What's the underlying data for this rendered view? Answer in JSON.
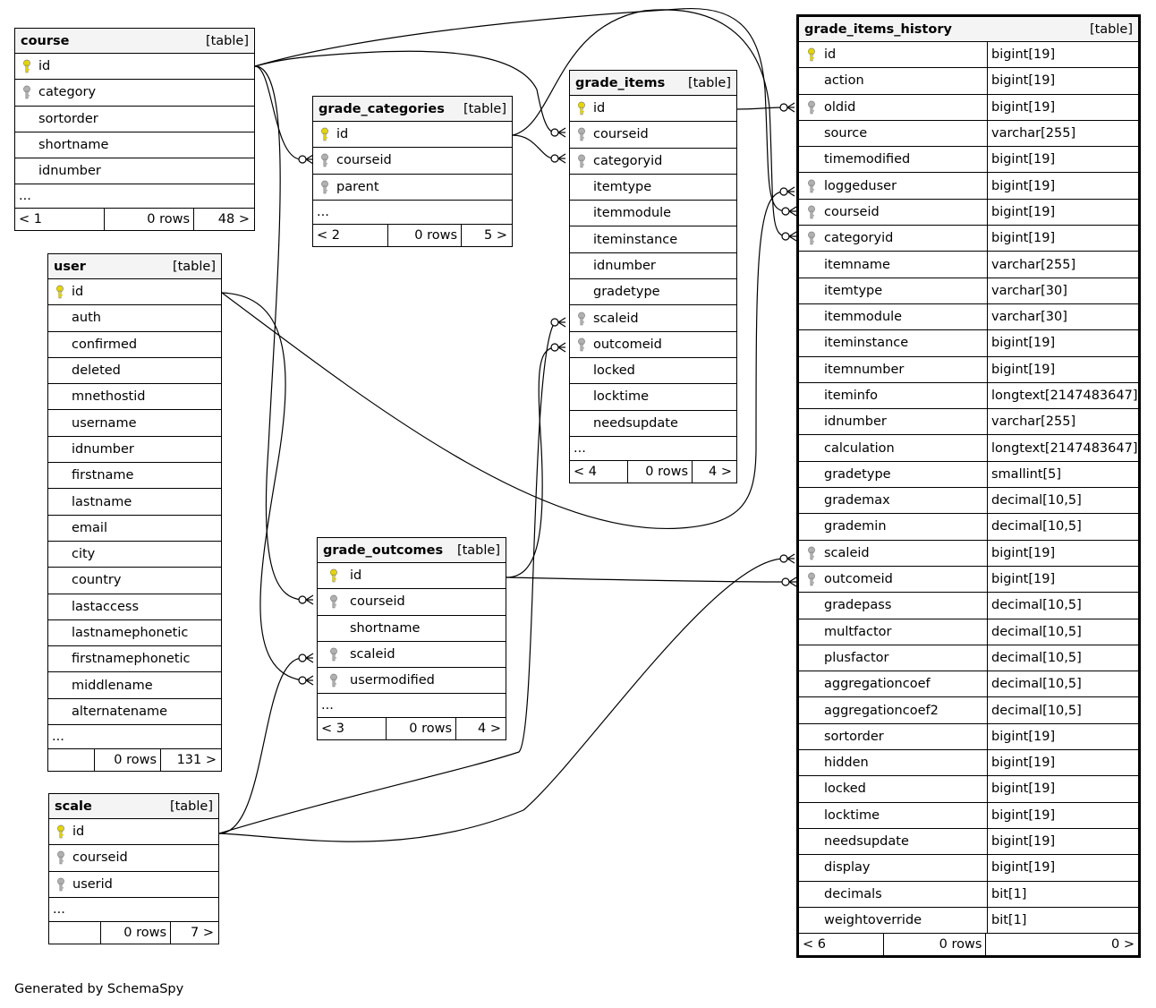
{
  "tables": {
    "course": {
      "name": "course",
      "tag": "[table]",
      "columns": [
        {
          "name": "id",
          "key": "primary"
        },
        {
          "name": "category",
          "key": "foreign"
        },
        {
          "name": "sortorder",
          "key": ""
        },
        {
          "name": "shortname",
          "key": ""
        },
        {
          "name": "idnumber",
          "key": ""
        }
      ],
      "more": "...",
      "footer": {
        "left": "< 1",
        "mid": "0 rows",
        "right": "48 >"
      }
    },
    "user": {
      "name": "user",
      "tag": "[table]",
      "columns": [
        {
          "name": "id",
          "key": "primary"
        },
        {
          "name": "auth",
          "key": ""
        },
        {
          "name": "confirmed",
          "key": ""
        },
        {
          "name": "deleted",
          "key": ""
        },
        {
          "name": "mnethostid",
          "key": ""
        },
        {
          "name": "username",
          "key": ""
        },
        {
          "name": "idnumber",
          "key": ""
        },
        {
          "name": "firstname",
          "key": ""
        },
        {
          "name": "lastname",
          "key": ""
        },
        {
          "name": "email",
          "key": ""
        },
        {
          "name": "city",
          "key": ""
        },
        {
          "name": "country",
          "key": ""
        },
        {
          "name": "lastaccess",
          "key": ""
        },
        {
          "name": "lastnamephonetic",
          "key": ""
        },
        {
          "name": "firstnamephonetic",
          "key": ""
        },
        {
          "name": "middlename",
          "key": ""
        },
        {
          "name": "alternatename",
          "key": ""
        }
      ],
      "more": "...",
      "footer": {
        "left": "",
        "mid": "0 rows",
        "right": "131 >"
      }
    },
    "scale": {
      "name": "scale",
      "tag": "[table]",
      "columns": [
        {
          "name": "id",
          "key": "primary"
        },
        {
          "name": "courseid",
          "key": "foreign"
        },
        {
          "name": "userid",
          "key": "foreign"
        }
      ],
      "more": "...",
      "footer": {
        "left": "",
        "mid": "0 rows",
        "right": "7 >"
      }
    },
    "grade_categories": {
      "name": "grade_categories",
      "tag": "[table]",
      "columns": [
        {
          "name": "id",
          "key": "primary"
        },
        {
          "name": "courseid",
          "key": "foreign"
        },
        {
          "name": "parent",
          "key": "foreign"
        }
      ],
      "more": "...",
      "footer": {
        "left": "< 2",
        "mid": "0 rows",
        "right": "5 >"
      }
    },
    "grade_outcomes": {
      "name": "grade_outcomes",
      "tag": "[table]",
      "columns": [
        {
          "name": "id",
          "key": "primary"
        },
        {
          "name": "courseid",
          "key": "foreign"
        },
        {
          "name": "shortname",
          "key": ""
        },
        {
          "name": "scaleid",
          "key": "foreign"
        },
        {
          "name": "usermodified",
          "key": "foreign"
        }
      ],
      "more": "...",
      "footer": {
        "left": "< 3",
        "mid": "0 rows",
        "right": "4 >"
      }
    },
    "grade_items": {
      "name": "grade_items",
      "tag": "[table]",
      "columns": [
        {
          "name": "id",
          "key": "primary"
        },
        {
          "name": "courseid",
          "key": "foreign"
        },
        {
          "name": "categoryid",
          "key": "foreign"
        },
        {
          "name": "itemtype",
          "key": ""
        },
        {
          "name": "itemmodule",
          "key": ""
        },
        {
          "name": "iteminstance",
          "key": ""
        },
        {
          "name": "idnumber",
          "key": ""
        },
        {
          "name": "gradetype",
          "key": ""
        },
        {
          "name": "scaleid",
          "key": "foreign"
        },
        {
          "name": "outcomeid",
          "key": "foreign"
        },
        {
          "name": "locked",
          "key": ""
        },
        {
          "name": "locktime",
          "key": ""
        },
        {
          "name": "needsupdate",
          "key": ""
        }
      ],
      "more": "...",
      "footer": {
        "left": "< 4",
        "mid": "0 rows",
        "right": "4 >"
      }
    },
    "grade_items_history": {
      "name": "grade_items_history",
      "tag": "[table]",
      "columns": [
        {
          "name": "id",
          "key": "primary",
          "type": "bigint[19]"
        },
        {
          "name": "action",
          "key": "",
          "type": "bigint[19]"
        },
        {
          "name": "oldid",
          "key": "foreign",
          "type": "bigint[19]"
        },
        {
          "name": "source",
          "key": "",
          "type": "varchar[255]"
        },
        {
          "name": "timemodified",
          "key": "",
          "type": "bigint[19]"
        },
        {
          "name": "loggeduser",
          "key": "foreign",
          "type": "bigint[19]"
        },
        {
          "name": "courseid",
          "key": "foreign",
          "type": "bigint[19]"
        },
        {
          "name": "categoryid",
          "key": "foreign",
          "type": "bigint[19]"
        },
        {
          "name": "itemname",
          "key": "",
          "type": "varchar[255]"
        },
        {
          "name": "itemtype",
          "key": "",
          "type": "varchar[30]"
        },
        {
          "name": "itemmodule",
          "key": "",
          "type": "varchar[30]"
        },
        {
          "name": "iteminstance",
          "key": "",
          "type": "bigint[19]"
        },
        {
          "name": "itemnumber",
          "key": "",
          "type": "bigint[19]"
        },
        {
          "name": "iteminfo",
          "key": "",
          "type": "longtext[2147483647]"
        },
        {
          "name": "idnumber",
          "key": "",
          "type": "varchar[255]"
        },
        {
          "name": "calculation",
          "key": "",
          "type": "longtext[2147483647]"
        },
        {
          "name": "gradetype",
          "key": "",
          "type": "smallint[5]"
        },
        {
          "name": "grademax",
          "key": "",
          "type": "decimal[10,5]"
        },
        {
          "name": "grademin",
          "key": "",
          "type": "decimal[10,5]"
        },
        {
          "name": "scaleid",
          "key": "foreign",
          "type": "bigint[19]"
        },
        {
          "name": "outcomeid",
          "key": "foreign",
          "type": "bigint[19]"
        },
        {
          "name": "gradepass",
          "key": "",
          "type": "decimal[10,5]"
        },
        {
          "name": "multfactor",
          "key": "",
          "type": "decimal[10,5]"
        },
        {
          "name": "plusfactor",
          "key": "",
          "type": "decimal[10,5]"
        },
        {
          "name": "aggregationcoef",
          "key": "",
          "type": "decimal[10,5]"
        },
        {
          "name": "aggregationcoef2",
          "key": "",
          "type": "decimal[10,5]"
        },
        {
          "name": "sortorder",
          "key": "",
          "type": "bigint[19]"
        },
        {
          "name": "hidden",
          "key": "",
          "type": "bigint[19]"
        },
        {
          "name": "locked",
          "key": "",
          "type": "bigint[19]"
        },
        {
          "name": "locktime",
          "key": "",
          "type": "bigint[19]"
        },
        {
          "name": "needsupdate",
          "key": "",
          "type": "bigint[19]"
        },
        {
          "name": "display",
          "key": "",
          "type": "bigint[19]"
        },
        {
          "name": "decimals",
          "key": "",
          "type": "bit[1]"
        },
        {
          "name": "weightoverride",
          "key": "",
          "type": "bit[1]"
        }
      ],
      "footer": {
        "left": "< 6",
        "mid": "0 rows",
        "right": "0 >"
      }
    }
  },
  "footer_note": "Generated by SchemaSpy",
  "colors": {
    "primary_key": "#e6d600",
    "foreign_key": "#b0b0b0",
    "header_bg": "#f4f4f4"
  }
}
